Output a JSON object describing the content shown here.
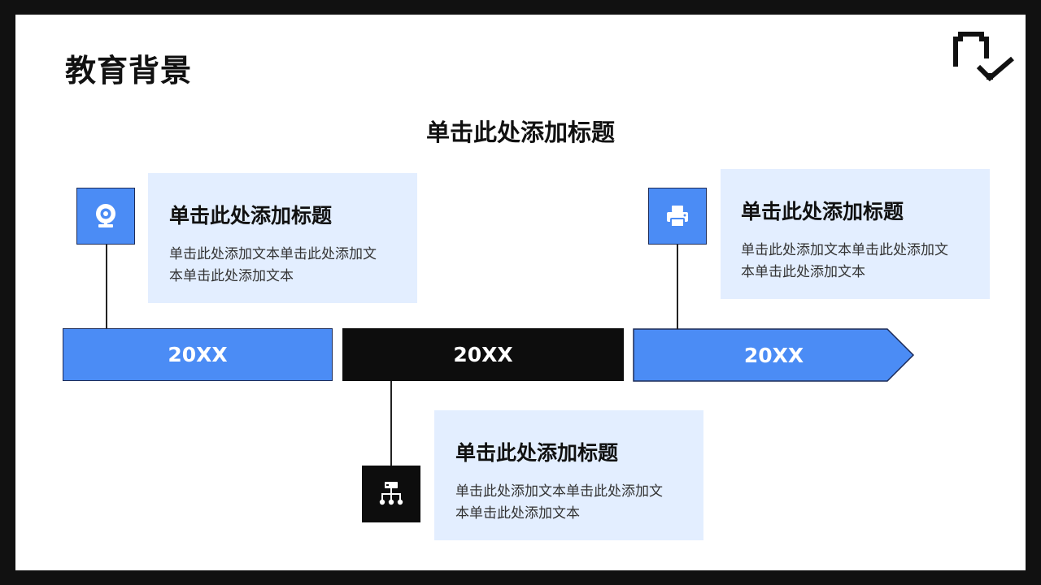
{
  "slide": {
    "title": "教育背景",
    "heading": "单击此处添加标题"
  },
  "timeline": {
    "years": [
      "20XX",
      "20XX",
      "20XX"
    ]
  },
  "cards": [
    {
      "title": "单击此处添加标题",
      "text_line1": "单击此处添加文本单击此处添加文",
      "text_line2": "本单击此处添加文本",
      "icon": "webcam-icon"
    },
    {
      "title": "单击此处添加标题",
      "text_line1": "单击此处添加文本单击此处添加文",
      "text_line2": "本单击此处添加文本",
      "icon": "org-chart-icon"
    },
    {
      "title": "单击此处添加标题",
      "text_line1": "单击此处添加文本单击此处添加文",
      "text_line2": "本单击此处添加文本",
      "icon": "printer-icon"
    }
  ],
  "colors": {
    "accent_blue": "#4b8cf5",
    "card_background": "#e3eeff",
    "dark": "#0d0d0d",
    "frame": "#111111"
  }
}
